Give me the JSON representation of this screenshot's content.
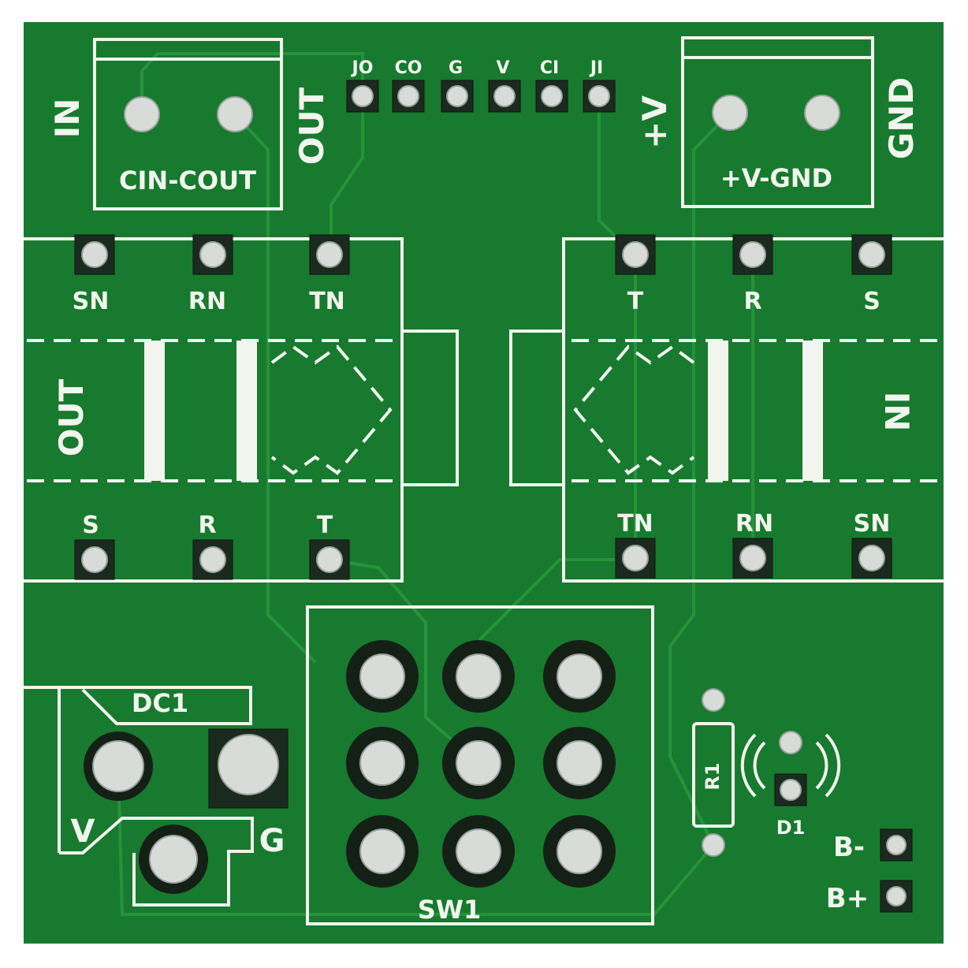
{
  "board": {
    "colors": {
      "solder_mask": "#177a2e",
      "silkscreen": "#f2f5ee",
      "pad": "#d8dcd8"
    },
    "top_left_connector": {
      "label": "CIN-COUT",
      "left_text": "IN",
      "right_text": "OUT"
    },
    "top_right_connector": {
      "label": "+V-GND",
      "left_text": "+V",
      "right_text": "GND"
    },
    "header_pins": [
      "JO",
      "CO",
      "G",
      "V",
      "CI",
      "JI"
    ],
    "left_jack": {
      "side_text": "OUT",
      "top_pads": [
        "SN",
        "RN",
        "TN"
      ],
      "bottom_pads": [
        "S",
        "R",
        "T"
      ]
    },
    "right_jack": {
      "side_text": "IN",
      "top_pads": [
        "T",
        "R",
        "S"
      ],
      "bottom_pads": [
        "TN",
        "RN",
        "SN"
      ]
    },
    "dc_jack": {
      "label": "DC1",
      "pin_v": "V",
      "pin_g": "G"
    },
    "switch": {
      "label": "SW1"
    },
    "resistor": {
      "label": "R1"
    },
    "led": {
      "label": "D1"
    },
    "battery": {
      "minus": "B-",
      "plus": "B+"
    }
  }
}
